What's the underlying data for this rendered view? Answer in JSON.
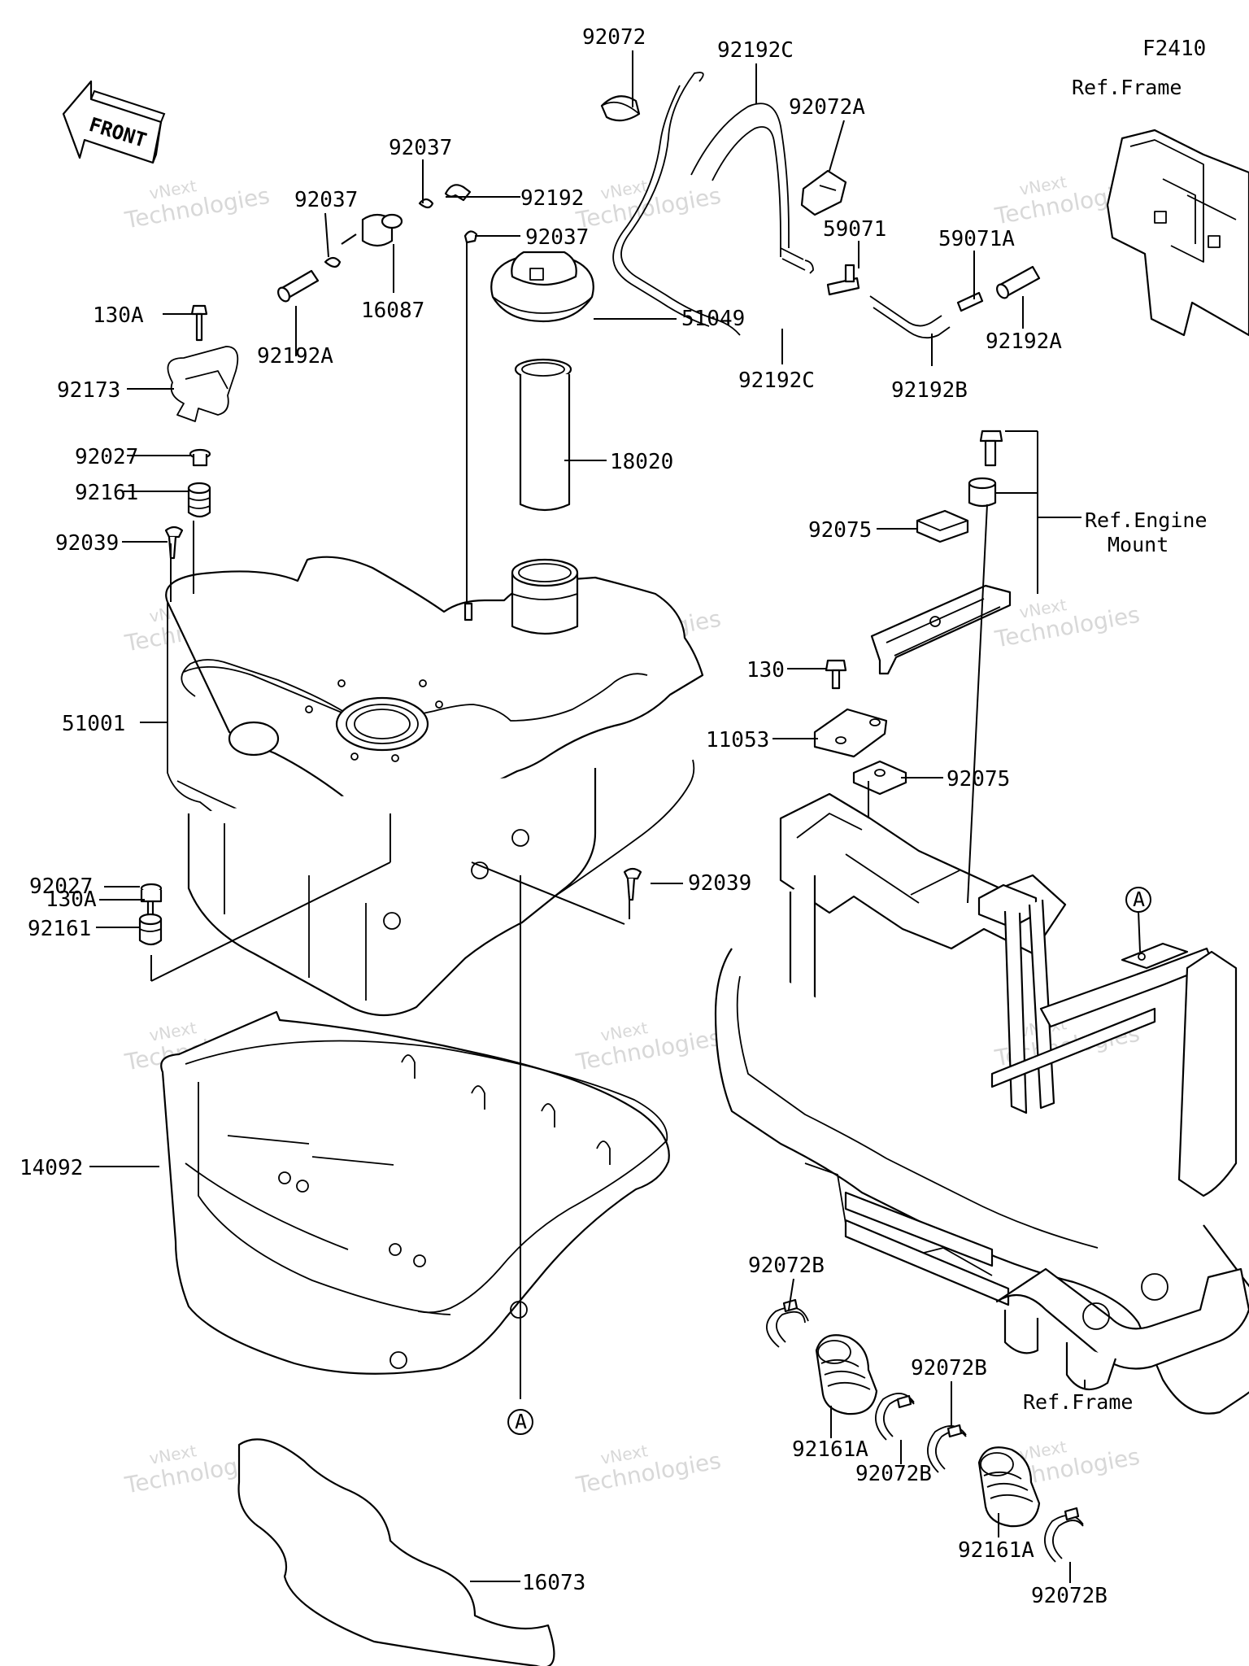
{
  "diagram": {
    "code": "F2410",
    "front_label": "FRONT",
    "watermark": {
      "line1": "vNext",
      "line2": "Technologies"
    },
    "refs": {
      "frame_top": "Ref.Frame",
      "frame_bottom": "Ref.Frame",
      "engine_mount_1": "Ref.Engine",
      "engine_mount_2": "Mount"
    },
    "markers": {
      "a_frame": "A",
      "a_tank": "A"
    },
    "parts": [
      {
        "id": "p92072",
        "number": "92072"
      },
      {
        "id": "p92192C1",
        "number": "92192C"
      },
      {
        "id": "p92072A",
        "number": "92072A"
      },
      {
        "id": "p92037a",
        "number": "92037"
      },
      {
        "id": "p92037b",
        "number": "92037"
      },
      {
        "id": "p92192",
        "number": "92192"
      },
      {
        "id": "p92037c",
        "number": "92037"
      },
      {
        "id": "p16087",
        "number": "16087"
      },
      {
        "id": "p92192A1",
        "number": "92192A"
      },
      {
        "id": "p130A1",
        "number": "130A"
      },
      {
        "id": "p51049",
        "number": "51049"
      },
      {
        "id": "p59071",
        "number": "59071"
      },
      {
        "id": "p59071A",
        "number": "59071A"
      },
      {
        "id": "p92192A2",
        "number": "92192A"
      },
      {
        "id": "p92192C2",
        "number": "92192C"
      },
      {
        "id": "p92192B",
        "number": "92192B"
      },
      {
        "id": "p92173",
        "number": "92173"
      },
      {
        "id": "p92027a",
        "number": "92027"
      },
      {
        "id": "p18020",
        "number": "18020"
      },
      {
        "id": "p92161a",
        "number": "92161"
      },
      {
        "id": "p92075a",
        "number": "92075"
      },
      {
        "id": "p92039a",
        "number": "92039"
      },
      {
        "id": "p51001",
        "number": "51001"
      },
      {
        "id": "p130",
        "number": "130"
      },
      {
        "id": "p11053",
        "number": "11053"
      },
      {
        "id": "p92075b",
        "number": "92075"
      },
      {
        "id": "p130A2",
        "number": "130A"
      },
      {
        "id": "p92039b",
        "number": "92039"
      },
      {
        "id": "p92027b",
        "number": "92027"
      },
      {
        "id": "p92161b",
        "number": "92161"
      },
      {
        "id": "p14092",
        "number": "14092"
      },
      {
        "id": "p92072B1",
        "number": "92072B"
      },
      {
        "id": "p92072B2",
        "number": "92072B"
      },
      {
        "id": "p92161A1",
        "number": "92161A"
      },
      {
        "id": "p92072B3",
        "number": "92072B"
      },
      {
        "id": "p92161A2",
        "number": "92161A"
      },
      {
        "id": "p16073",
        "number": "16073"
      },
      {
        "id": "p92072B4",
        "number": "92072B"
      }
    ]
  }
}
